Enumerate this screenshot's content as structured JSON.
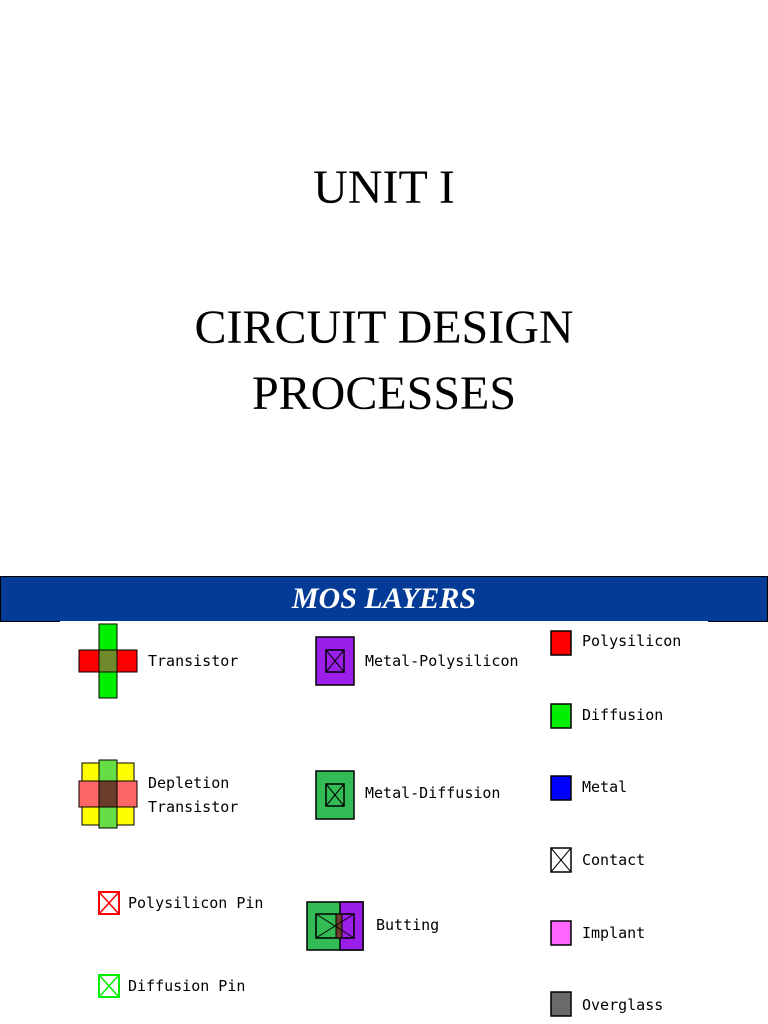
{
  "title": {
    "unit": "UNIT I",
    "line1": "CIRCUIT DESIGN",
    "line2": "PROCESSES"
  },
  "banner": {
    "text": "MOS LAYERS"
  },
  "colors": {
    "banner": "#033b97",
    "polysilicon": "#ff0000",
    "diffusion": "#00ee00",
    "metal": "#0000ff",
    "implant": "#ff66ff",
    "overglass": "#6a6a6a",
    "via_purple": "#9b1fe8",
    "via_green": "#33bb55",
    "depletion_yellow": "#ffff00"
  },
  "legend": {
    "col1": {
      "transistor": "Transistor",
      "depletion_line1": "Depletion",
      "depletion_line2": "Transistor",
      "polysilicon_pin": "Polysilicon Pin",
      "diffusion_pin": "Diffusion Pin"
    },
    "col2": {
      "metal_polysilicon": "Metal-Polysilicon",
      "metal_diffusion": "Metal-Diffusion",
      "butting": "Butting"
    },
    "col3": {
      "polysilicon": "Polysilicon",
      "diffusion": "Diffusion",
      "metal": "Metal",
      "contact": "Contact",
      "implant": "Implant",
      "overglass": "Overglass"
    }
  }
}
